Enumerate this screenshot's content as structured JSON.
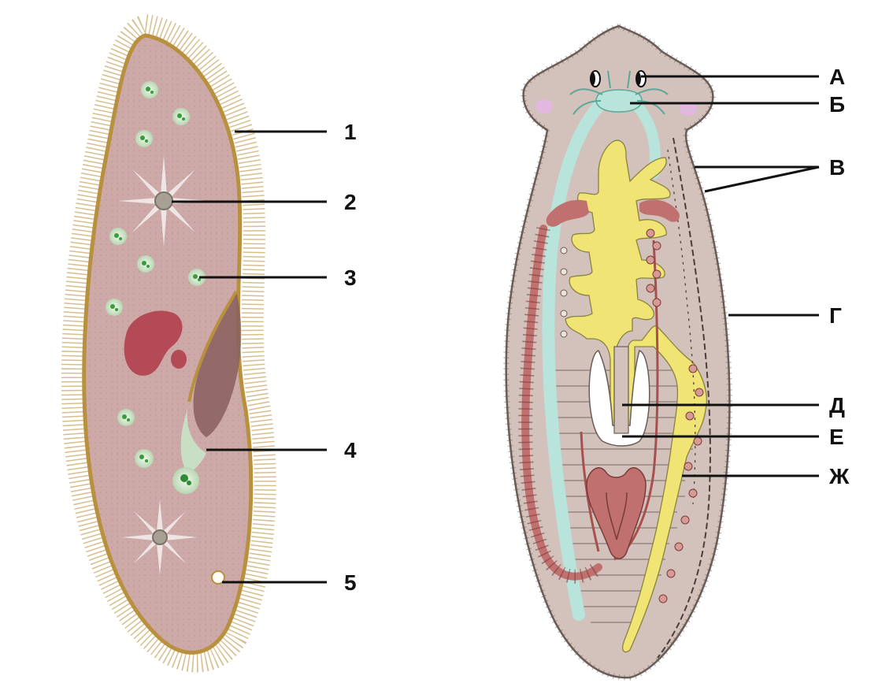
{
  "left_figure": {
    "labels": [
      "1",
      "2",
      "3",
      "4",
      "5"
    ]
  },
  "right_figure": {
    "labels": [
      "А",
      "Б",
      "В",
      "Г",
      "Д",
      "Е",
      "Ж"
    ]
  },
  "colors": {
    "protist_body": "#cdaaa8",
    "pellicle": "#b8903e",
    "cilia": "#c8a86a",
    "nucleus": "#b44a55",
    "vacuole": "#d8ecd4",
    "flatworm_body": "#d2c2bb",
    "gut": "#f0e474",
    "nerve": "#b8e4dc",
    "reproductive": "#c0706e",
    "ocellus": "#e3b8e0"
  }
}
